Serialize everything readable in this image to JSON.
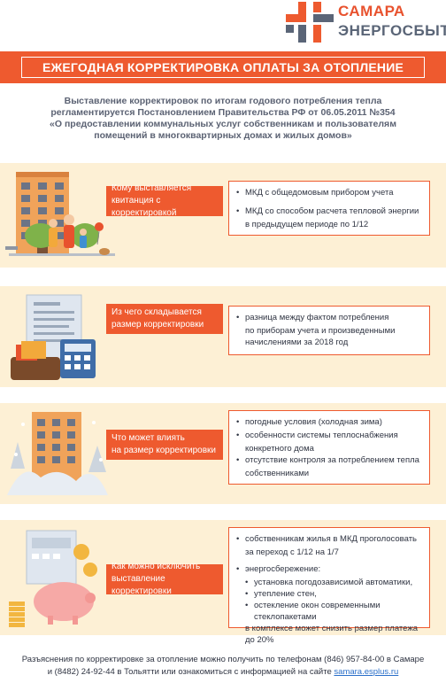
{
  "brand": {
    "line1": "САМАРА",
    "line2": "ЭНЕРГОСБЫТ",
    "accent": "#ee5a2f",
    "secondary": "#5a6577"
  },
  "banner": {
    "title": "ЕЖЕГОДНАЯ КОРРЕКТИРОВКА ОПЛАТЫ ЗА ОТОПЛЕНИЕ"
  },
  "intro": {
    "lines": [
      "Выставление корректировок по итогам годового потребления тепла",
      "регламентируется Постановлением Правительства РФ от 06.05.2011 №354",
      "«О предоставлении коммунальных услуг собственникам и пользователям",
      "помещений в многоквартирных домах и жилых домов»"
    ]
  },
  "sections": [
    {
      "icon": "apartment-building-family-icon",
      "question": [
        "Кому выставляется",
        "квитанция с корректировкой"
      ],
      "answers": [
        {
          "text": "МКД с общедомовым прибором учета",
          "cont": []
        },
        {
          "text": "МКД со способом расчета тепловой энергии",
          "cont": [
            "в предыдущем периоде по 1/12"
          ]
        }
      ]
    },
    {
      "icon": "bill-calculator-wallet-icon",
      "question": [
        "Из чего складывается",
        "размер корректировки"
      ],
      "answers": [
        {
          "text": "разница между фактом потребления",
          "cont": [
            "по приборам учета и произведенными",
            "начислениями за 2018 год"
          ]
        }
      ]
    },
    {
      "icon": "building-winter-snow-icon",
      "question": [
        "Что может влиять",
        "на размер корректировки"
      ],
      "answers": [
        {
          "text": "погодные условия (холодная зима)",
          "cont": []
        },
        {
          "text": "особенности системы теплоснабжения",
          "cont": [
            "конкретного дома"
          ]
        },
        {
          "text": "отсутствие контроля за потреблением тепла",
          "cont": [
            "собственниками"
          ]
        }
      ]
    },
    {
      "icon": "piggy-bank-coins-icon",
      "question": [
        "Как можно исключить",
        "выставление корректировки"
      ],
      "answers": [
        {
          "text": "собственникам жилья в МКД проголосовать",
          "cont": [
            "за переход с 1/12 на 1/7"
          ]
        },
        {
          "text": "энергосбережение:",
          "cont": []
        }
      ],
      "subitems": [
        "установка погодозависимой автоматики,",
        "утепление стен,",
        "остекление окон современными стеклопакетами"
      ],
      "tail": "в комплексе может снизить размер платежа до 20%"
    }
  ],
  "footer": {
    "line1": "Разъяснения по корректировке за отопление можно получить по телефонам (846) 957-84-00 в Самаре",
    "line2_prefix": "и (8482) 24-92-44 в Тольятти или ознакомиться с информацией на сайте",
    "link": "samara.esplus.ru"
  }
}
